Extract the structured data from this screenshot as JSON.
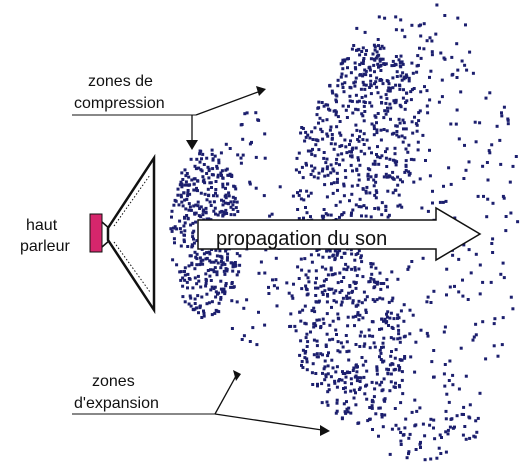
{
  "labels": {
    "compression_line1": "zones de",
    "compression_line2": "compression",
    "speaker_line1": "haut",
    "speaker_line2": "parleur",
    "propagation": "propagation du son",
    "expansion_line1": "zones",
    "expansion_line2": "d'expansion"
  },
  "colors": {
    "particle": "#1c1f6e",
    "speaker_magnet": "#d6266c",
    "line": "#111111",
    "background": "#ffffff"
  },
  "icons": {
    "speaker": "loudspeaker-icon"
  }
}
